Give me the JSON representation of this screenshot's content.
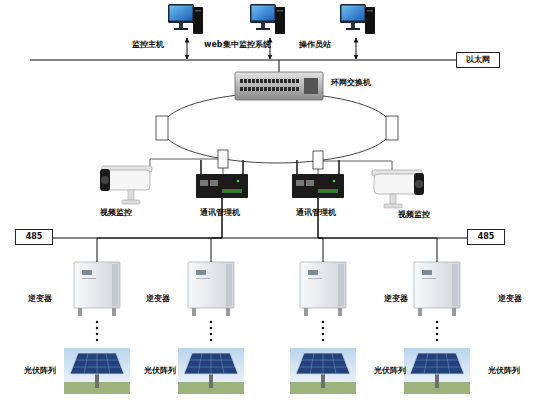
{
  "diagram": {
    "nodes": [
      {
        "text": [
          "监控主机"
        ]
      },
      {
        "text": [
          "web集中监控系统"
        ]
      },
      {
        "text": [
          "操作员站"
        ]
      },
      {
        "text": [
          "以太网"
        ]
      },
      {
        "text": [
          "环网交换机"
        ]
      },
      {
        "text": [
          "视频监控"
        ]
      },
      {
        "text": [
          "通讯管理机"
        ]
      },
      {
        "text": [
          "通讯管理机"
        ]
      },
      {
        "text": [
          "视频监控"
        ]
      },
      {
        "text": [
          "485"
        ]
      },
      {
        "text": [
          "485"
        ]
      },
      {
        "text": [
          "逆变器"
        ]
      },
      {
        "text": [
          "逆变器"
        ]
      },
      {
        "text": [
          "逆变器"
        ]
      },
      {
        "text": [
          "逆变器"
        ]
      },
      {
        "text": [
          "光伏阵列"
        ]
      },
      {
        "text": [
          "光伏阵列"
        ]
      },
      {
        "text": [
          "光伏阵列"
        ]
      },
      {
        "text": [
          "光伏阵列"
        ]
      }
    ],
    "edges": [
      {
        "from": 6,
        "to": 11,
        "arrow": "none"
      },
      {
        "from": 6,
        "to": 12,
        "arrow": "none"
      },
      {
        "from": 7,
        "to": 13,
        "arrow": "none"
      },
      {
        "from": 7,
        "to": 14,
        "arrow": "none"
      },
      {
        "from": 11,
        "to": 15,
        "arrow": "none"
      },
      {
        "from": 12,
        "to": 16,
        "arrow": "none"
      },
      {
        "from": 13,
        "to": 17,
        "arrow": "none"
      },
      {
        "from": 14,
        "to": 18,
        "arrow": "none"
      }
    ]
  }
}
